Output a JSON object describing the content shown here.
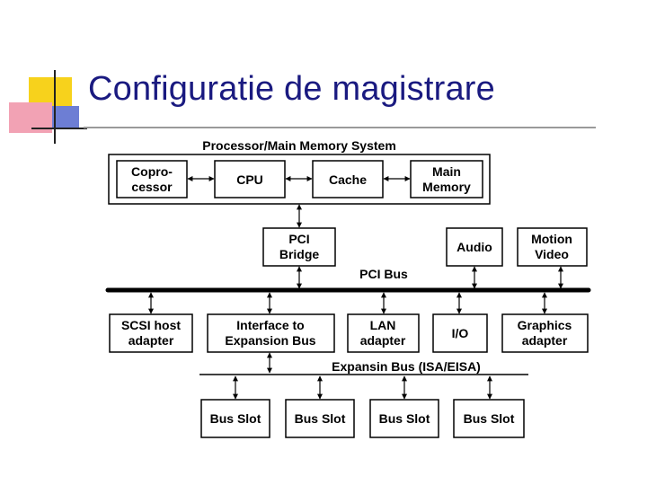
{
  "title": "Configuratie de magistrare",
  "diagram": {
    "system_label": "Processor/Main Memory System",
    "coprocessor": [
      "Copro-",
      "cessor"
    ],
    "cpu": "CPU",
    "cache": "Cache",
    "main_memory": [
      "Main",
      "Memory"
    ],
    "pci_bridge": [
      "PCI",
      "Bridge"
    ],
    "audio": "Audio",
    "motion_video": [
      "Motion",
      "Video"
    ],
    "pci_bus": "PCI Bus",
    "scsi": [
      "SCSI host",
      "adapter"
    ],
    "interface": [
      "Interface to",
      "Expansion Bus"
    ],
    "lan": [
      "LAN",
      "adapter"
    ],
    "io": "I/O",
    "graphics": [
      "Graphics",
      "adapter"
    ],
    "expansion_bus": "Expansin Bus (ISA/EISA)",
    "bus_slots": [
      "Bus Slot",
      "Bus Slot",
      "Bus Slot",
      "Bus Slot"
    ]
  }
}
